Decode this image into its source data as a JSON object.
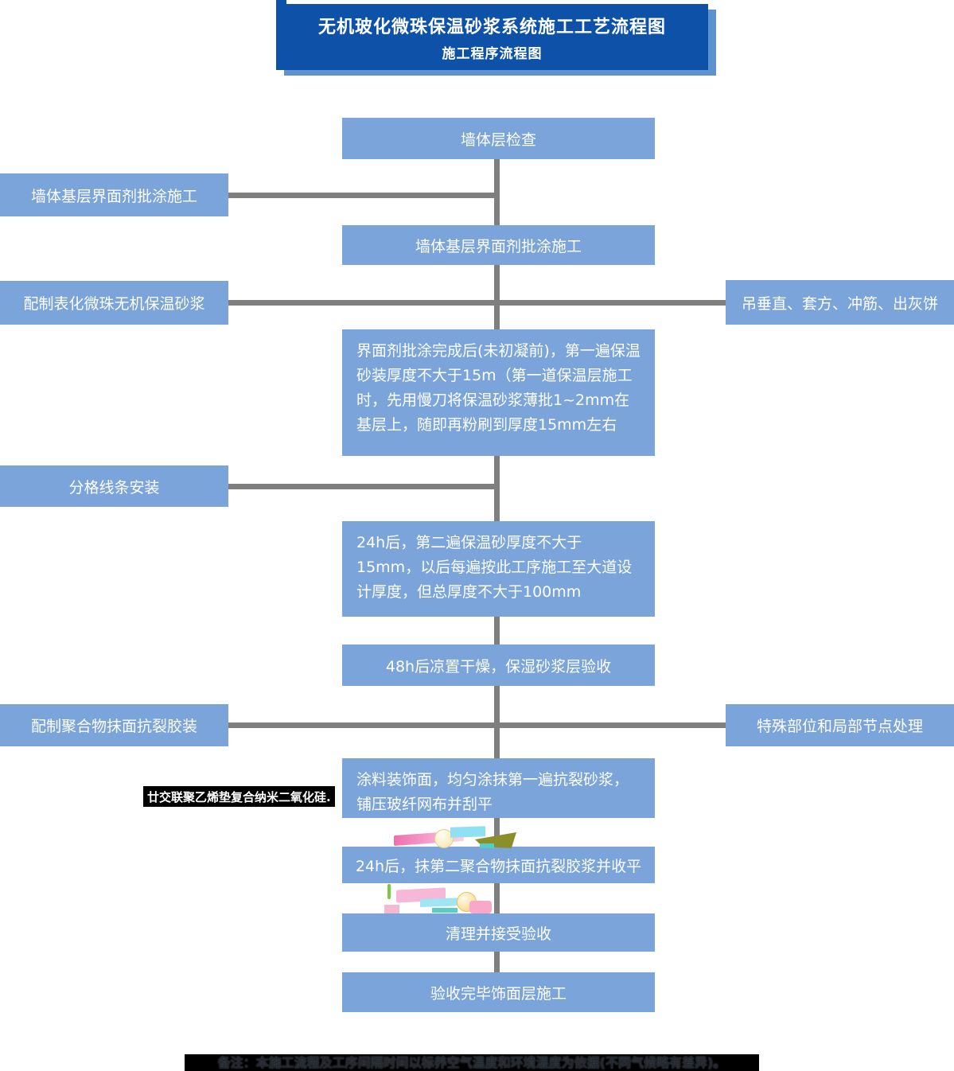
{
  "header": {
    "title": "无机玻化微珠保温砂浆系统施工工艺流程图",
    "subtitle": "施工程序流程图"
  },
  "flow": {
    "wall_check": "墙体层检查",
    "interface_agent": "墙体基层界面剂批涂施工",
    "first_coat": "界面剂批涂完成后(未初凝前)，第一遍保温砂装厚度不大于15m（第一道保温层施工时，先用慢刀将保温砂浆薄批1~2mm在基层上，随即再粉刷到厚度15mm左右",
    "second_coat_24h": "24h后，第二遍保温砂厚度不大于15mm，以后每遍按此工序施工至大道设计厚度，但总厚度不大于100mm",
    "dry_48h": "48h后凉置干燥，保湿砂浆层验收",
    "coating_layer": "涂料装饰面，均匀涂抹第一遍抗裂砂浆，铺压玻纤网布并刮平",
    "second_plaster_24h": "24h后，抹第二聚合物抹面抗裂胶浆并收平",
    "clean_accept": "清理并接受验收",
    "final_finish": "验收完毕饰面层施工"
  },
  "side": {
    "left_interface_agent": "墙体基层界面剂批涂施工",
    "left_prepare_mortar": "配制表化微珠无机保温砂浆",
    "left_grid_lines": "分格线条安装",
    "left_prepare_adhesive": "配制聚合物抹面抗裂胶装",
    "right_plumb": "吊垂直、套方、冲筋、出灰饼",
    "right_special_parts": "特殊部位和局部节点处理"
  },
  "annotations": {
    "black_label": "廿交联聚乙烯垫复合纳米二氧化硅.",
    "footer_note": "备注：本施工流程及工序间隔时间以标养空气温度和环境湿度为依据(不同气候略有差异)。"
  },
  "colors": {
    "box_blue": "#7aa4da",
    "header_blue": "#0d52a8",
    "header_shadow": "#5e92cf",
    "line_gray": "#7f7f7f",
    "note_bg": "#000000"
  }
}
